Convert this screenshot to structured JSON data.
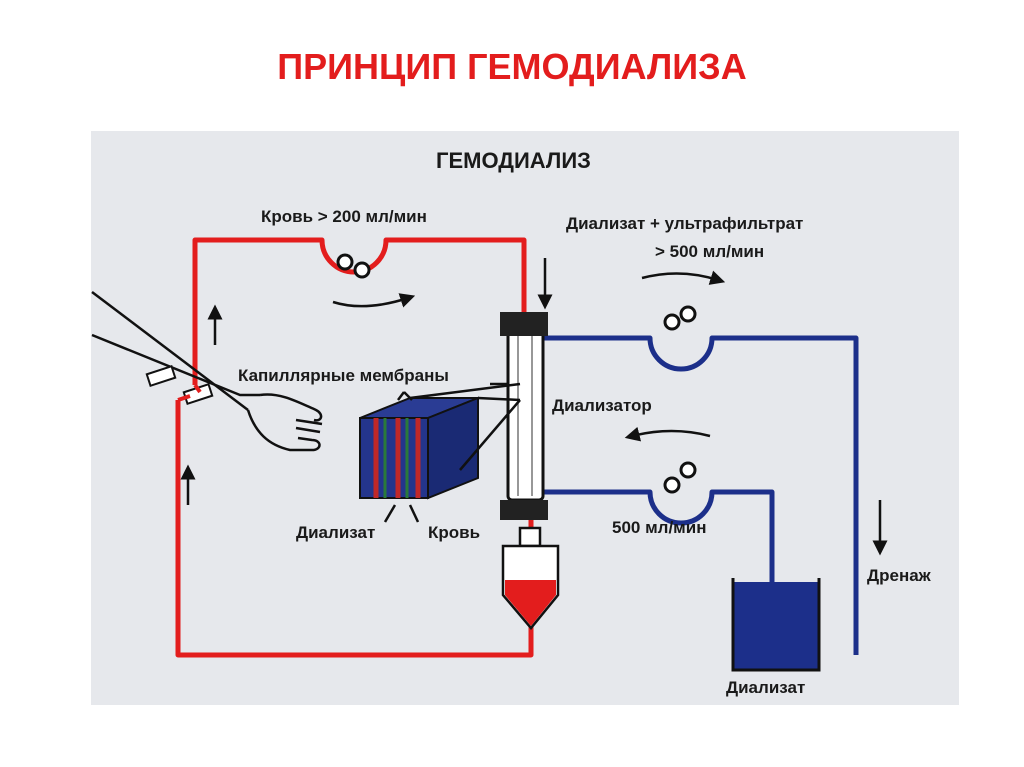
{
  "title": "ПРИНЦИП ГЕМОДИАЛИЗА",
  "diagram": {
    "heading": "ГЕМОДИАЛИЗ",
    "labels": {
      "blood_flow": "Кровь > 200 мл/мин",
      "dialysate_out_line1": "Диализат + ультрафильтрат",
      "dialysate_out_line2": "> 500 мл/мин",
      "capillary_membranes": "Капиллярные мембраны",
      "dialyzer": "Диализатор",
      "dialysate_membrane": "Диализат",
      "blood_membrane": "Кровь",
      "dialysate_in_flow": "500 мл/мин",
      "drainage": "Дренаж",
      "dialysate_tank": "Диализат"
    },
    "colors": {
      "blood_line": "#e31d1d",
      "dialysate_line": "#1c2f8a",
      "title": "#e31d1d",
      "panel": "#e6e8ec"
    }
  }
}
